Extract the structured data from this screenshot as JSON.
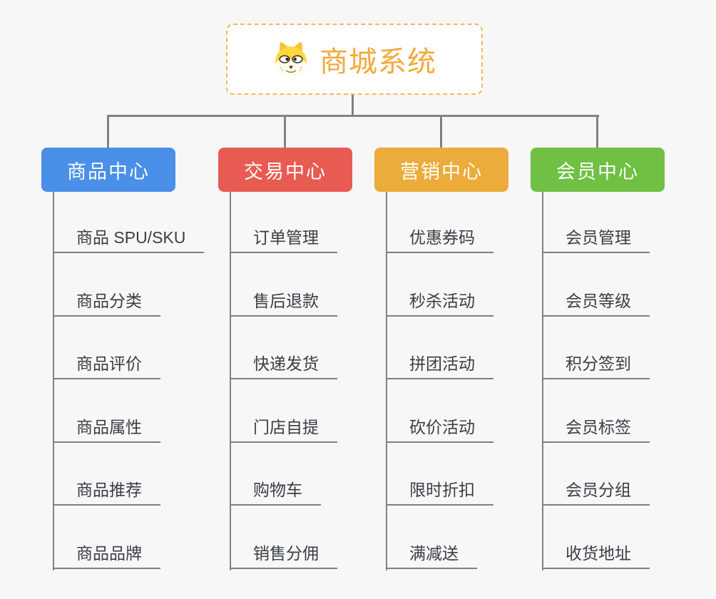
{
  "root": {
    "title": "商城系统",
    "icon": "doge-icon",
    "accent_color": "#F2A93C",
    "border_color": "#F1B95F"
  },
  "branches": [
    {
      "label": "商品中心",
      "color": "#4A8FE8",
      "items": [
        "商品 SPU/SKU",
        "商品分类",
        "商品评价",
        "商品属性",
        "商品推荐",
        "商品品牌"
      ]
    },
    {
      "label": "交易中心",
      "color": "#E85B52",
      "items": [
        "订单管理",
        "售后退款",
        "快递发货",
        "门店自提",
        "购物车",
        "销售分佣"
      ]
    },
    {
      "label": "营销中心",
      "color": "#EBAC3C",
      "items": [
        "优惠券码",
        "秒杀活动",
        "拼团活动",
        "砍价活动",
        "限时折扣",
        "满减送"
      ]
    },
    {
      "label": "会员中心",
      "color": "#6FC043",
      "items": [
        "会员管理",
        "会员等级",
        "积分签到",
        "会员标签",
        "会员分组",
        "收货地址"
      ]
    }
  ],
  "colors": {
    "connector": "#828282",
    "underline": "#7F7F7F",
    "leaf_text": "#3A3E44",
    "background": "#F7F7F7"
  }
}
